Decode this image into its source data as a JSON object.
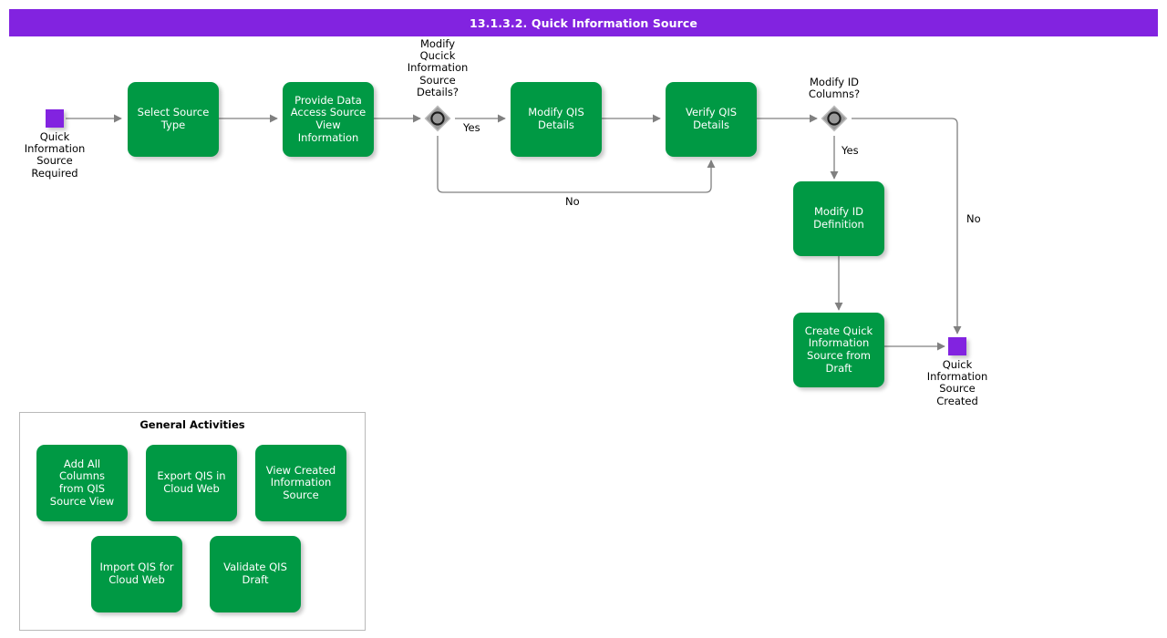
{
  "header": {
    "title": "13.1.3.2. Quick Information Source",
    "bar_color": "#8223e0",
    "text_color": "#ffffff"
  },
  "theme": {
    "task_fill": "#009944",
    "task_text": "#ffffff",
    "event_fill": "#8223e0",
    "gateway_fill": "#9a9a9a",
    "connector": "#808080",
    "panel_border": "#b9b9b9",
    "background": "#ffffff"
  },
  "diagram": {
    "start_event": {
      "name": "quick-information-source-required",
      "label": "Quick\nInformation\nSource\nRequired"
    },
    "end_event": {
      "name": "quick-information-source-created",
      "label": "Quick\nInformation\nSource\nCreated"
    },
    "tasks": [
      {
        "id": "select-source-type",
        "label": "Select Source\nType"
      },
      {
        "id": "provide-data-access-source-view-information",
        "label": "Provide Data\nAccess Source\nView\nInformation"
      },
      {
        "id": "modify-qis-details",
        "label": "Modify QIS\nDetails"
      },
      {
        "id": "verify-qis-details",
        "label": "Verify QIS\nDetails"
      },
      {
        "id": "modify-id-definition",
        "label": "Modify ID\nDefinition"
      },
      {
        "id": "create-quick-information-source-from-draft",
        "label": "Create Quick\nInformation\nSource from\nDraft"
      }
    ],
    "gateways": [
      {
        "id": "modify-quick-information-source-details",
        "label": "Modify\nQucick\nInformation\nSource\nDetails?",
        "type": "inclusive"
      },
      {
        "id": "modify-id-columns",
        "label": "Modify ID\nColumns?",
        "type": "inclusive"
      }
    ],
    "flow_labels": [
      {
        "id": "gw1-yes",
        "text": "Yes"
      },
      {
        "id": "gw1-no",
        "text": "No"
      },
      {
        "id": "gw2-yes",
        "text": "Yes"
      },
      {
        "id": "gw2-no",
        "text": "No"
      }
    ]
  },
  "general_activities": {
    "title": "General Activities",
    "items": [
      {
        "id": "add-all-columns-from-qis-source-view",
        "label": "Add All Columns\nfrom QIS\nSource View"
      },
      {
        "id": "export-qis-in-cloud-web",
        "label": "Export QIS in\nCloud Web"
      },
      {
        "id": "view-created-information-source",
        "label": "View Created\nInformation\nSource"
      },
      {
        "id": "import-qis-for-cloud-web",
        "label": "Import QIS for\nCloud Web"
      },
      {
        "id": "validate-qis-draft",
        "label": "Validate QIS\nDraft"
      }
    ]
  }
}
